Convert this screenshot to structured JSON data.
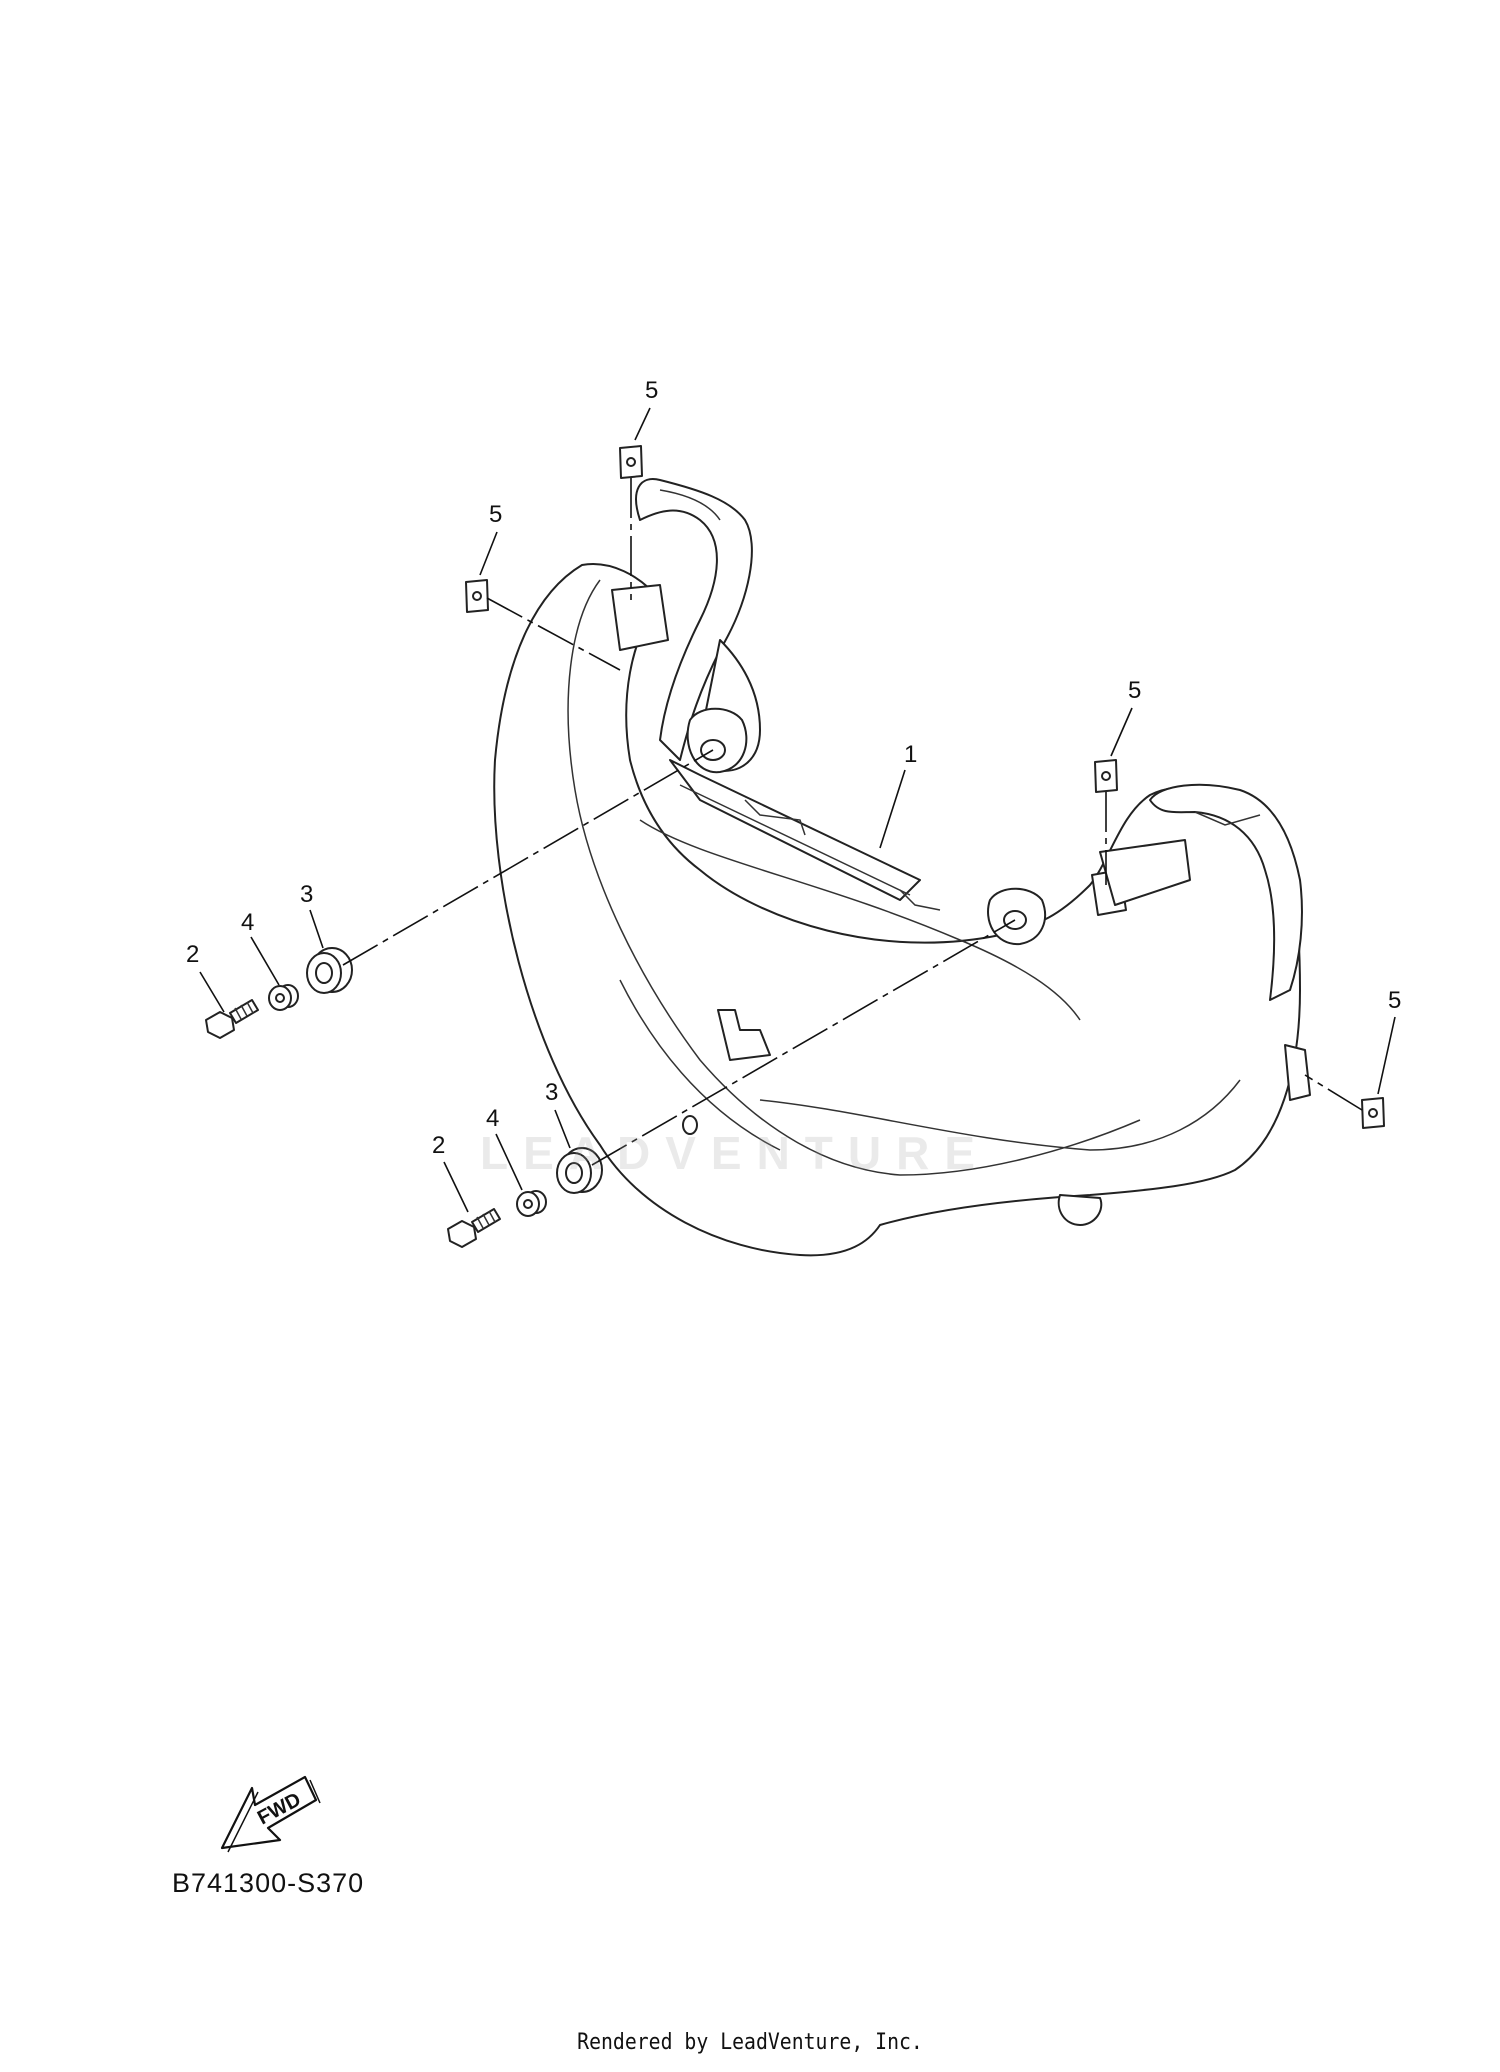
{
  "callouts": {
    "c1": "1",
    "c2a": "2",
    "c2b": "2",
    "c3a": "3",
    "c3b": "3",
    "c4a": "4",
    "c4b": "4",
    "c5a": "5",
    "c5b": "5",
    "c5c": "5",
    "c5d": "5"
  },
  "fwd_label": "FWD",
  "diagram_code": "B741300-S370",
  "watermark": "LEADVENTURE",
  "footer": "Rendered by LeadVenture, Inc."
}
